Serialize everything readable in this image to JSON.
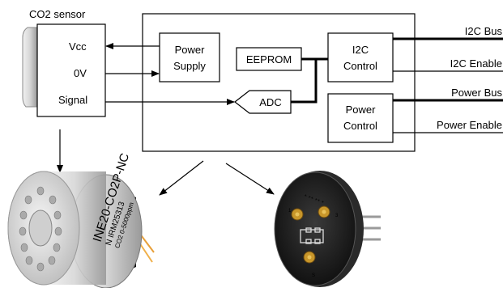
{
  "sensor": {
    "title": "CO2 sensor",
    "pins": {
      "vcc": "Vcc",
      "zero_v": "0V",
      "signal": "Signal"
    }
  },
  "module": {
    "power_supply": [
      "Power",
      "Supply"
    ],
    "eeprom": "EEPROM",
    "i2c_control": [
      "I2C",
      "Control"
    ],
    "adc": "ADC",
    "power_control": [
      "Power",
      "Control"
    ]
  },
  "lines": {
    "i2c_bus": "I2C Bus",
    "i2c_enable": "I2C Enable",
    "power_bus": "Power Bus",
    "power_enable": "Power Enable"
  },
  "photo_text": {
    "sensor_can": [
      "INE20-CO2P-NC",
      "N IRM25313",
      "CO2 0-5000ppm"
    ]
  },
  "colors": {
    "sensor_body": "#d9d9d9",
    "sensor_shade": "#8a8a8a",
    "board": "#1c1c1c",
    "pad_gold": "#c8962a"
  }
}
